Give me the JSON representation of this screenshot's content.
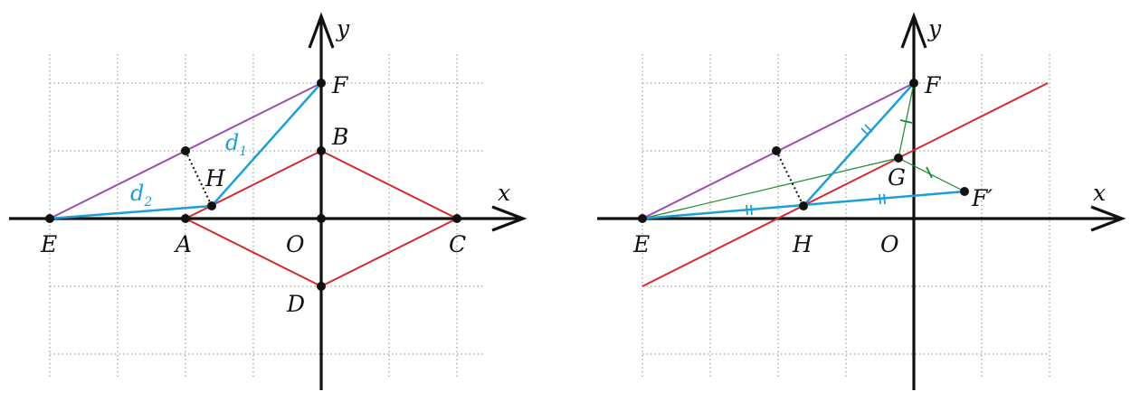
{
  "left_panel": {
    "axis_x_label": "x",
    "axis_y_label": "y",
    "points": {
      "E": "E",
      "A": "A",
      "O": "O",
      "C": "C",
      "B": "B",
      "D": "D",
      "F": "F",
      "H": "H"
    },
    "distance_labels": {
      "d1": "d",
      "d1_sub": "1",
      "d2": "d",
      "d2_sub": "2"
    }
  },
  "right_panel": {
    "axis_x_label": "x",
    "axis_y_label": "y",
    "points": {
      "E": "E",
      "H": "H",
      "O": "O",
      "F": "F",
      "G": "G",
      "F_prime": "F′"
    }
  },
  "colors": {
    "red": "#d42a32",
    "blue": "#1b9fd8",
    "purple": "#9b4fb0",
    "green": "#1a8a2e",
    "black": "#111111"
  }
}
